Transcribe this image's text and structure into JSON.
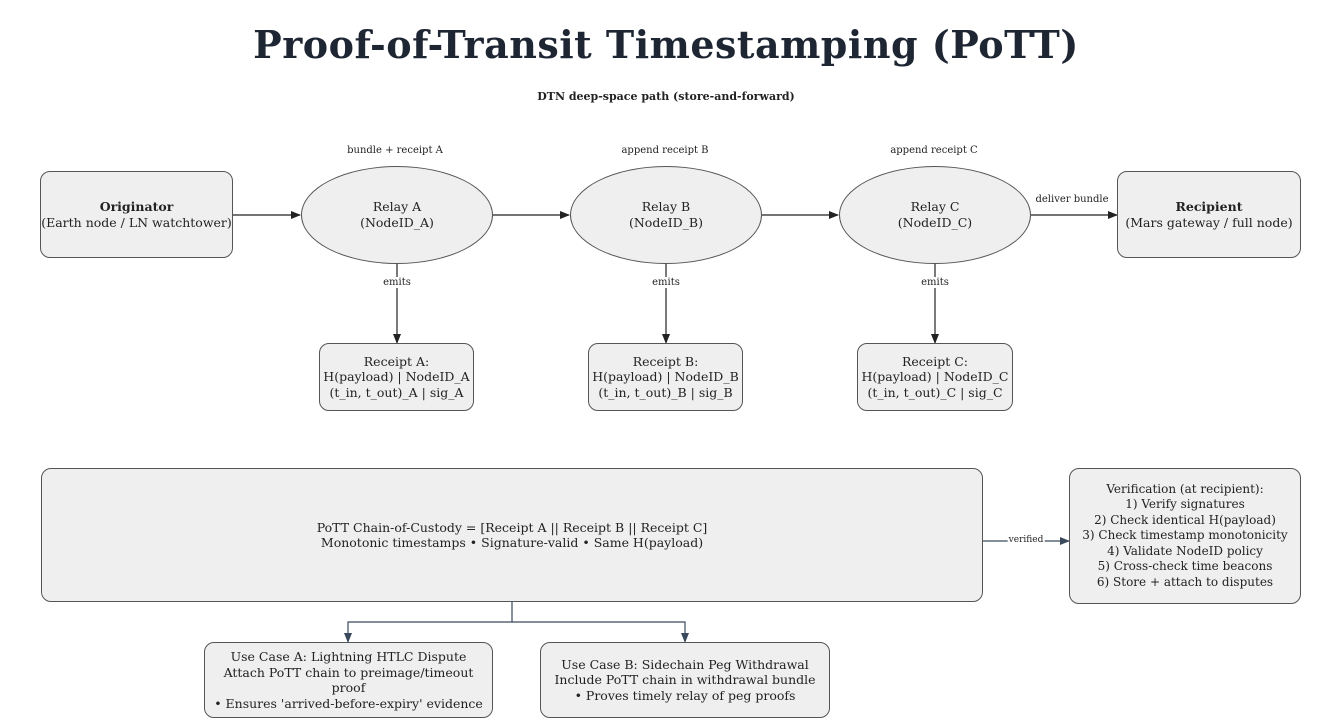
{
  "title": "Proof-of-Transit Timestamping (PoTT)",
  "subtitle": "DTN deep-space path (store-and-forward)",
  "nodes": {
    "originator": {
      "name": "Originator",
      "desc": "(Earth node / LN watchtower)"
    },
    "relay_a": {
      "name": "Relay A",
      "id": "(NodeID_A)"
    },
    "relay_b": {
      "name": "Relay B",
      "id": "(NodeID_B)"
    },
    "relay_c": {
      "name": "Relay C",
      "id": "(NodeID_C)"
    },
    "recipient": {
      "name": "Recipient",
      "desc": "(Mars gateway / full node)"
    }
  },
  "edge_labels": {
    "to_relay_a": "bundle + receipt A",
    "to_relay_b": "append receipt B",
    "to_relay_c": "append receipt C",
    "deliver": "deliver bundle",
    "emits": "emits",
    "verified": "verified"
  },
  "receipts": [
    {
      "title": "Receipt A:",
      "line1": "H(payload) | NodeID_A",
      "line2": "(t_in, t_out)_A | sig_A"
    },
    {
      "title": "Receipt B:",
      "line1": "H(payload) | NodeID_B",
      "line2": "(t_in, t_out)_B | sig_B"
    },
    {
      "title": "Receipt C:",
      "line1": "H(payload) | NodeID_C",
      "line2": "(t_in, t_out)_C | sig_C"
    }
  ],
  "chain": {
    "line1": "PoTT Chain-of-Custody = [Receipt A || Receipt B || Receipt C]",
    "line2": "Monotonic timestamps • Signature-valid • Same H(payload)"
  },
  "verification": {
    "title": "Verification (at recipient):",
    "steps": [
      "1) Verify signatures",
      "2) Check identical H(payload)",
      "3) Check timestamp monotonicity",
      "4) Validate NodeID policy",
      "5) Cross-check time beacons",
      "6) Store + attach to disputes"
    ]
  },
  "use_cases": [
    {
      "title": "Use Case A: Lightning HTLC Dispute",
      "line1": "Attach PoTT chain to preimage/timeout proof",
      "line2": "• Ensures 'arrived-before-expiry' evidence"
    },
    {
      "title": "Use Case B: Sidechain Peg Withdrawal",
      "line1": "Include PoTT chain in withdrawal bundle",
      "line2": "• Proves timely relay of peg proofs"
    }
  ],
  "colors": {
    "box_fill": "#efefef",
    "box_border": "#555555",
    "edge": "#222222",
    "edge_bottom": "#3a4a5c",
    "title": "#1f2633"
  }
}
